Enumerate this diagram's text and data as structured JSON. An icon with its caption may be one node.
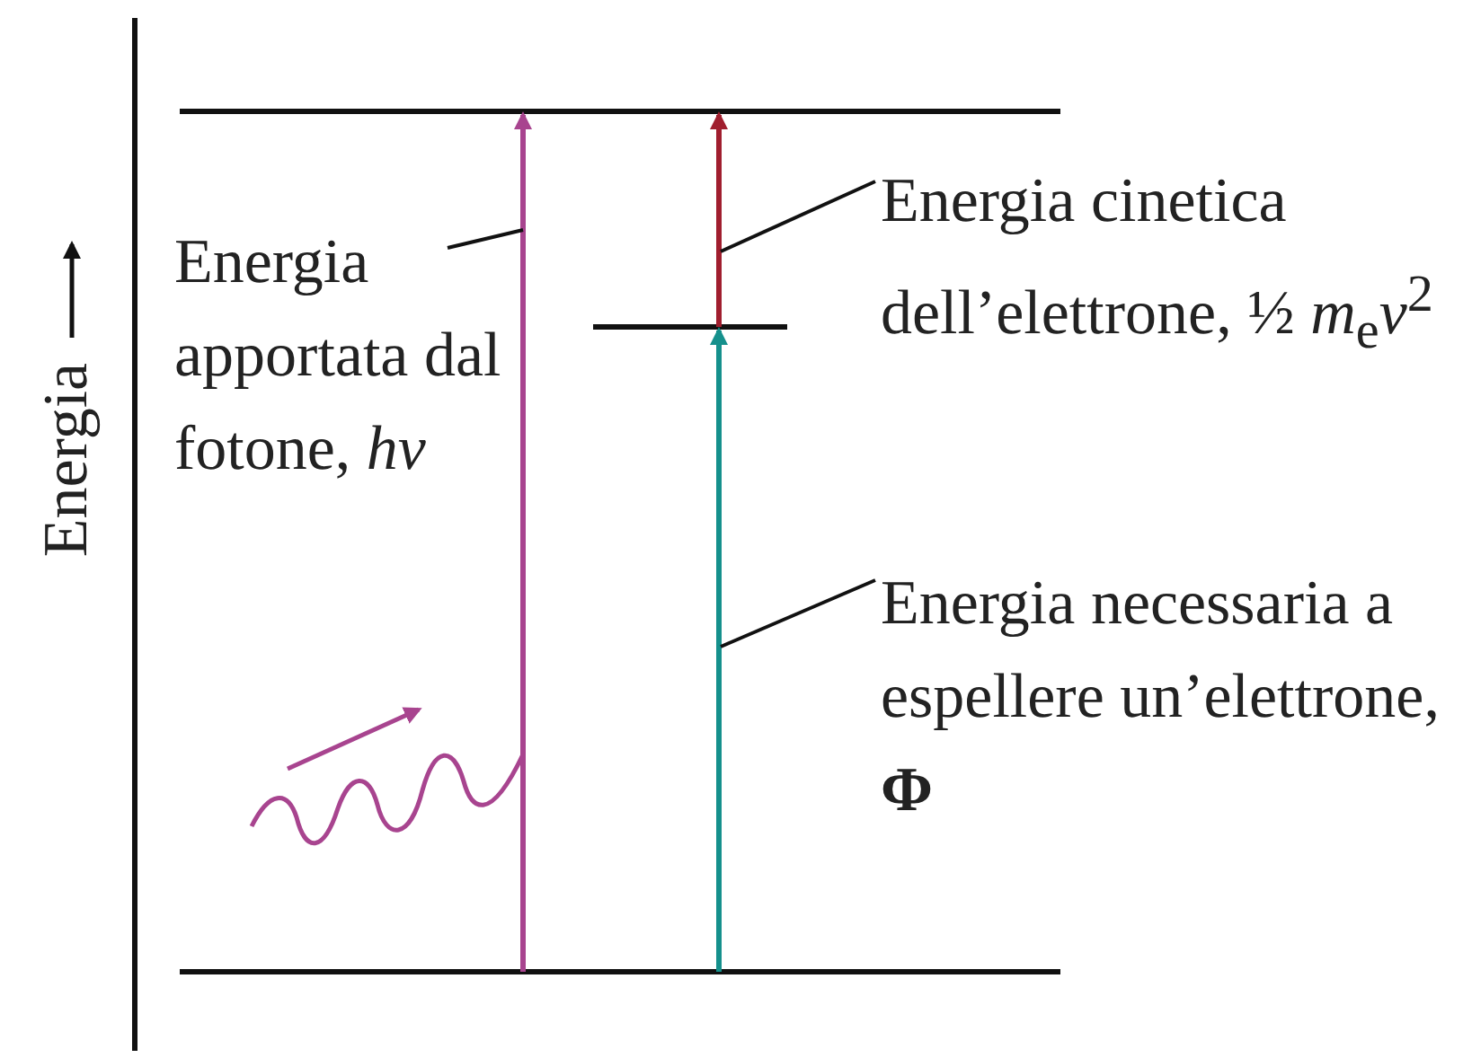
{
  "diagram": {
    "nodes": [
      {
        "text": [
          "Energia apportata dal fotone, *hν*"
        ]
      },
      {
        "text": [
          "Energia cinetica dell’elettrone, ½ *m*$_{e}$*v*$^{2}$"
        ]
      },
      {
        "text": [
          "Energia necessaria a espellere un’elettrone, **Φ**"
        ]
      },
      {
        "text": [],
        "shape": "arrow"
      },
      {
        "text": [],
        "shape": "arrow"
      },
      {
        "text": [],
        "shape": "arrow"
      }
    ],
    "edges": [
      {
        "from": 0,
        "to": 3,
        "arrow": "none"
      },
      {
        "from": 1,
        "to": 4,
        "arrow": "none"
      },
      {
        "from": 2,
        "to": 5,
        "arrow": "none"
      }
    ],
    "labels": [
      "Energia"
    ]
  }
}
